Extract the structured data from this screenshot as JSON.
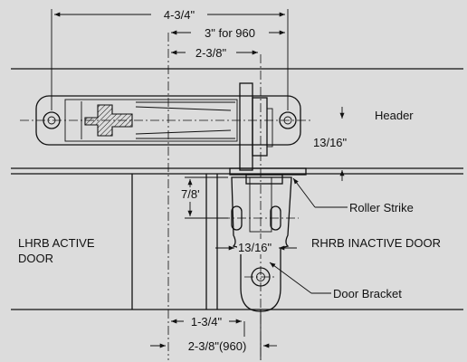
{
  "labels": {
    "overall_width": "4-3/4\"",
    "width_960": "3\" for 960",
    "center_offset": "2-3/8\"",
    "header": "Header",
    "header_gap": "13/16\"",
    "strike_drop": "7/8'",
    "roller_strike": "Roller Strike",
    "lhrb_line1": "LHRB ACTIVE",
    "lhrb_line2": "DOOR",
    "rhrb": "RHRB INACTIVE DOOR",
    "slot_spacing": "13/16\"",
    "door_bracket": "Door Bracket",
    "bracket_offset": "1-3/4\"",
    "bracket_offset_960": "2-3/8\"(960)"
  },
  "colors": {
    "background": "#dcdcdc",
    "line": "#111111"
  }
}
